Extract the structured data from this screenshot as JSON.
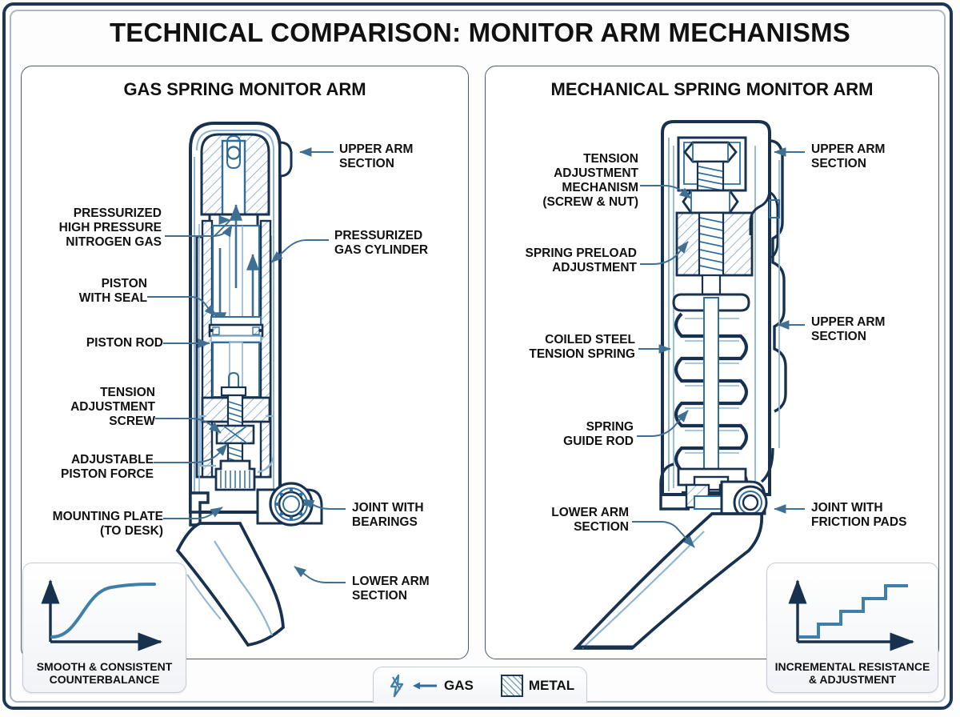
{
  "title": "TECHNICAL COMPARISON: MONITOR ARM MECHANISMS",
  "colors": {
    "frame_dark": "#1d3557",
    "frame_light": "#aab7c4",
    "line_dark": "#17314f",
    "line_mid": "#2e6d9e",
    "line_light": "#8fb6d2",
    "fill_tint": "#eaf2f8",
    "text": "#111111"
  },
  "panels": [
    {
      "id": "gas-spring",
      "title": "GAS SPRING MONITOR ARM",
      "labels": [
        {
          "id": "upper-arm-section",
          "text": "UPPER ARM\nSECTION",
          "align": "left"
        },
        {
          "id": "pressurized-nitrogen",
          "text": "PRESSURIZED\nHIGH PRESSURE\nNITROGEN GAS",
          "align": "right"
        },
        {
          "id": "pressurized-gas-cylinder",
          "text": "PRESSURIZED\nGAS CYLINDER",
          "align": "left"
        },
        {
          "id": "piston-with-seal",
          "text": "PISTON\nWITH SEAL",
          "align": "right"
        },
        {
          "id": "piston-rod",
          "text": "PISTON ROD",
          "align": "right"
        },
        {
          "id": "tension-adjustment-screw",
          "text": "TENSION\nADJUSTMENT\nSCREW",
          "align": "right"
        },
        {
          "id": "adjustable-piston-force",
          "text": "ADJUSTABLE\nPISTON FORCE",
          "align": "right"
        },
        {
          "id": "mounting-plate",
          "text": "MOUNTING PLATE\n(TO DESK)",
          "align": "right"
        },
        {
          "id": "joint-with-bearings",
          "text": "JOINT WITH\nBEARINGS",
          "align": "left"
        },
        {
          "id": "lower-arm-section",
          "text": "LOWER ARM\nSECTION",
          "align": "left"
        }
      ]
    },
    {
      "id": "mechanical-spring",
      "title": "MECHANICAL SPRING MONITOR ARM",
      "labels": [
        {
          "id": "tension-adjustment-mechanism",
          "text": "TENSION\nADJUSTMENT\nMECHANISM\n(SCREW & NUT)",
          "align": "right"
        },
        {
          "id": "spring-preload-adjustment",
          "text": "SPRING PRELOAD\nADJUSTMENT",
          "align": "right"
        },
        {
          "id": "coiled-steel-tension-spring",
          "text": "COILED STEEL\nTENSION SPRING",
          "align": "right"
        },
        {
          "id": "spring-guide-rod",
          "text": "SPRING\nGUIDE ROD",
          "align": "right"
        },
        {
          "id": "lower-arm-section",
          "text": "LOWER ARM\nSECTION",
          "align": "right"
        },
        {
          "id": "upper-arm-section-top",
          "text": "UPPER ARM\nSECTION",
          "align": "left"
        },
        {
          "id": "upper-arm-section-mid",
          "text": "UPPER ARM\nSECTION",
          "align": "left"
        },
        {
          "id": "joint-with-friction-pads",
          "text": "JOINT WITH\nFRICTION PADS",
          "align": "left"
        }
      ]
    }
  ],
  "insets": [
    {
      "id": "smooth-counterbalance",
      "caption": "SMOOTH & CONSISTENT\nCOUNTERBALANCE",
      "curve": "s-curve"
    },
    {
      "id": "incremental-resistance",
      "caption": "INCREMENTAL RESISTANCE\n& ADJUSTMENT",
      "curve": "step-curve"
    }
  ],
  "legend": {
    "gas": {
      "label": "GAS",
      "icon": "lightning-bolt-icon",
      "arrow": "left-arrow-icon"
    },
    "metal": {
      "label": "METAL",
      "icon": "hatch-swatch-icon"
    }
  },
  "chart_data": [
    {
      "type": "line",
      "title": "SMOOTH & CONSISTENT COUNTERBALANCE",
      "xlabel": "",
      "ylabel": "",
      "x": [
        0,
        1,
        2,
        3,
        4,
        5,
        6,
        7,
        8,
        9,
        10
      ],
      "values": [
        5,
        6,
        9,
        16,
        29,
        47,
        63,
        75,
        82,
        85,
        86
      ],
      "xlim": [
        0,
        10
      ],
      "ylim": [
        0,
        100
      ],
      "grid": false,
      "legend": "none"
    },
    {
      "type": "line",
      "title": "INCREMENTAL RESISTANCE & ADJUSTMENT",
      "xlabel": "",
      "ylabel": "",
      "x": [
        0,
        1,
        2,
        3,
        4,
        5,
        6,
        7,
        8,
        9,
        10
      ],
      "values": [
        8,
        8,
        26,
        26,
        44,
        44,
        62,
        62,
        80,
        80,
        86
      ],
      "xlim": [
        0,
        10
      ],
      "ylim": [
        0,
        100
      ],
      "grid": false,
      "legend": "none",
      "note": "stepped / staircase shape"
    }
  ]
}
